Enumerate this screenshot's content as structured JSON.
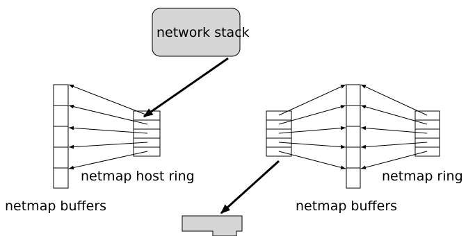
{
  "labels": {
    "network_stack": "network stack",
    "host_ring": "netmap host ring",
    "buffers_left": "netmap buffers",
    "buffers_right": "netmap buffers",
    "nic_ring": "netmap ring"
  },
  "colors": {
    "box_fill": "#d6d6d6",
    "stroke": "#000000"
  }
}
